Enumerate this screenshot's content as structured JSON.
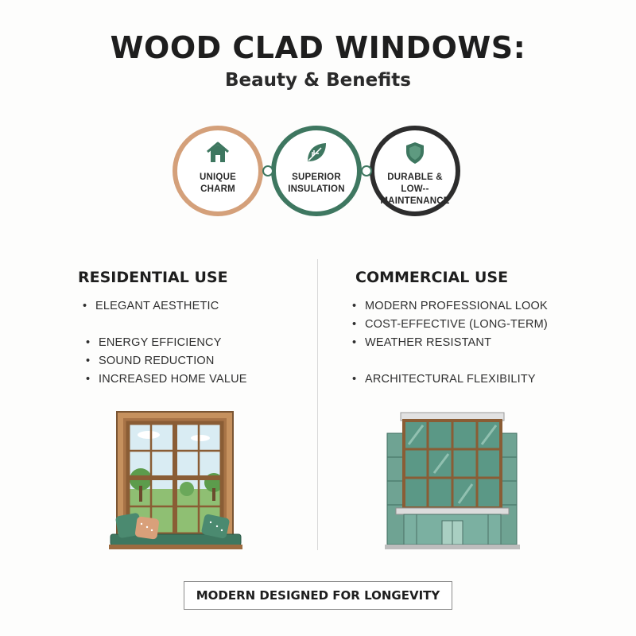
{
  "header": {
    "title": "WOOD CLAD WINDOWS:",
    "subtitle": "Beauty & Benefits"
  },
  "benefits": [
    {
      "label": "UNIQUE CHARM",
      "icon": "house-icon",
      "color": "#d4a07a"
    },
    {
      "label": "SUPERIOR INSULATION",
      "icon": "leaf-icon",
      "color": "#3e7760"
    },
    {
      "label": "DURABLE & LOW--MAINTENANCE",
      "icon": "shield-icon",
      "color": "#2d2d2d"
    }
  ],
  "residential": {
    "heading": "RESIDENTIAL USE",
    "items": [
      "ELEGANT AESTHETIC",
      "ENERGY EFFICIENCY",
      "SOUND REDUCTION",
      "INCREASED HOME VALUE"
    ]
  },
  "commercial": {
    "heading": "COMMERCIAL USE",
    "items": [
      "MODERN PROFESSIONAL LOOK",
      "COST-EFFECTIVE (LONG-TERM)",
      "WEATHER RESISTANT",
      "ARCHITECTURAL FLEXIBILITY"
    ]
  },
  "footer": {
    "label": "MODERN DESIGNED FOR LONGEVITY"
  },
  "colors": {
    "wood": "#b9865a",
    "green": "#3e7760",
    "charcoal": "#2d2d2d"
  }
}
